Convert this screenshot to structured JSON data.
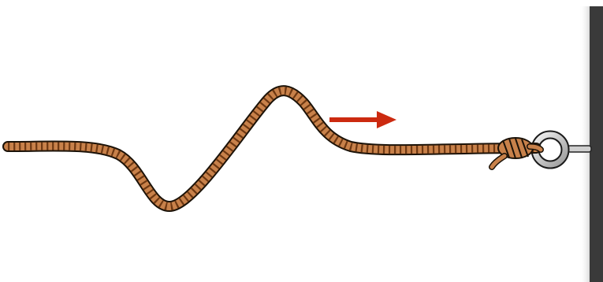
{
  "scene": {
    "description_labels": [],
    "colors": {
      "rope_fill": "#c8814a",
      "rope_dark": "#7a3f16",
      "rope_outline": "#1b1208",
      "arrow": "#cc2a10",
      "ring_metal": "#c9c9c9",
      "wall_dark": "#3c3c3c"
    },
    "elements": {
      "rope": "twisted-rope",
      "wave_pulse": "traveling-wave-pulse",
      "arrow": "direction-arrow-right",
      "knot": "rope-knot",
      "ring": "metal-eye-ring",
      "wall": "fixed-wall"
    }
  }
}
